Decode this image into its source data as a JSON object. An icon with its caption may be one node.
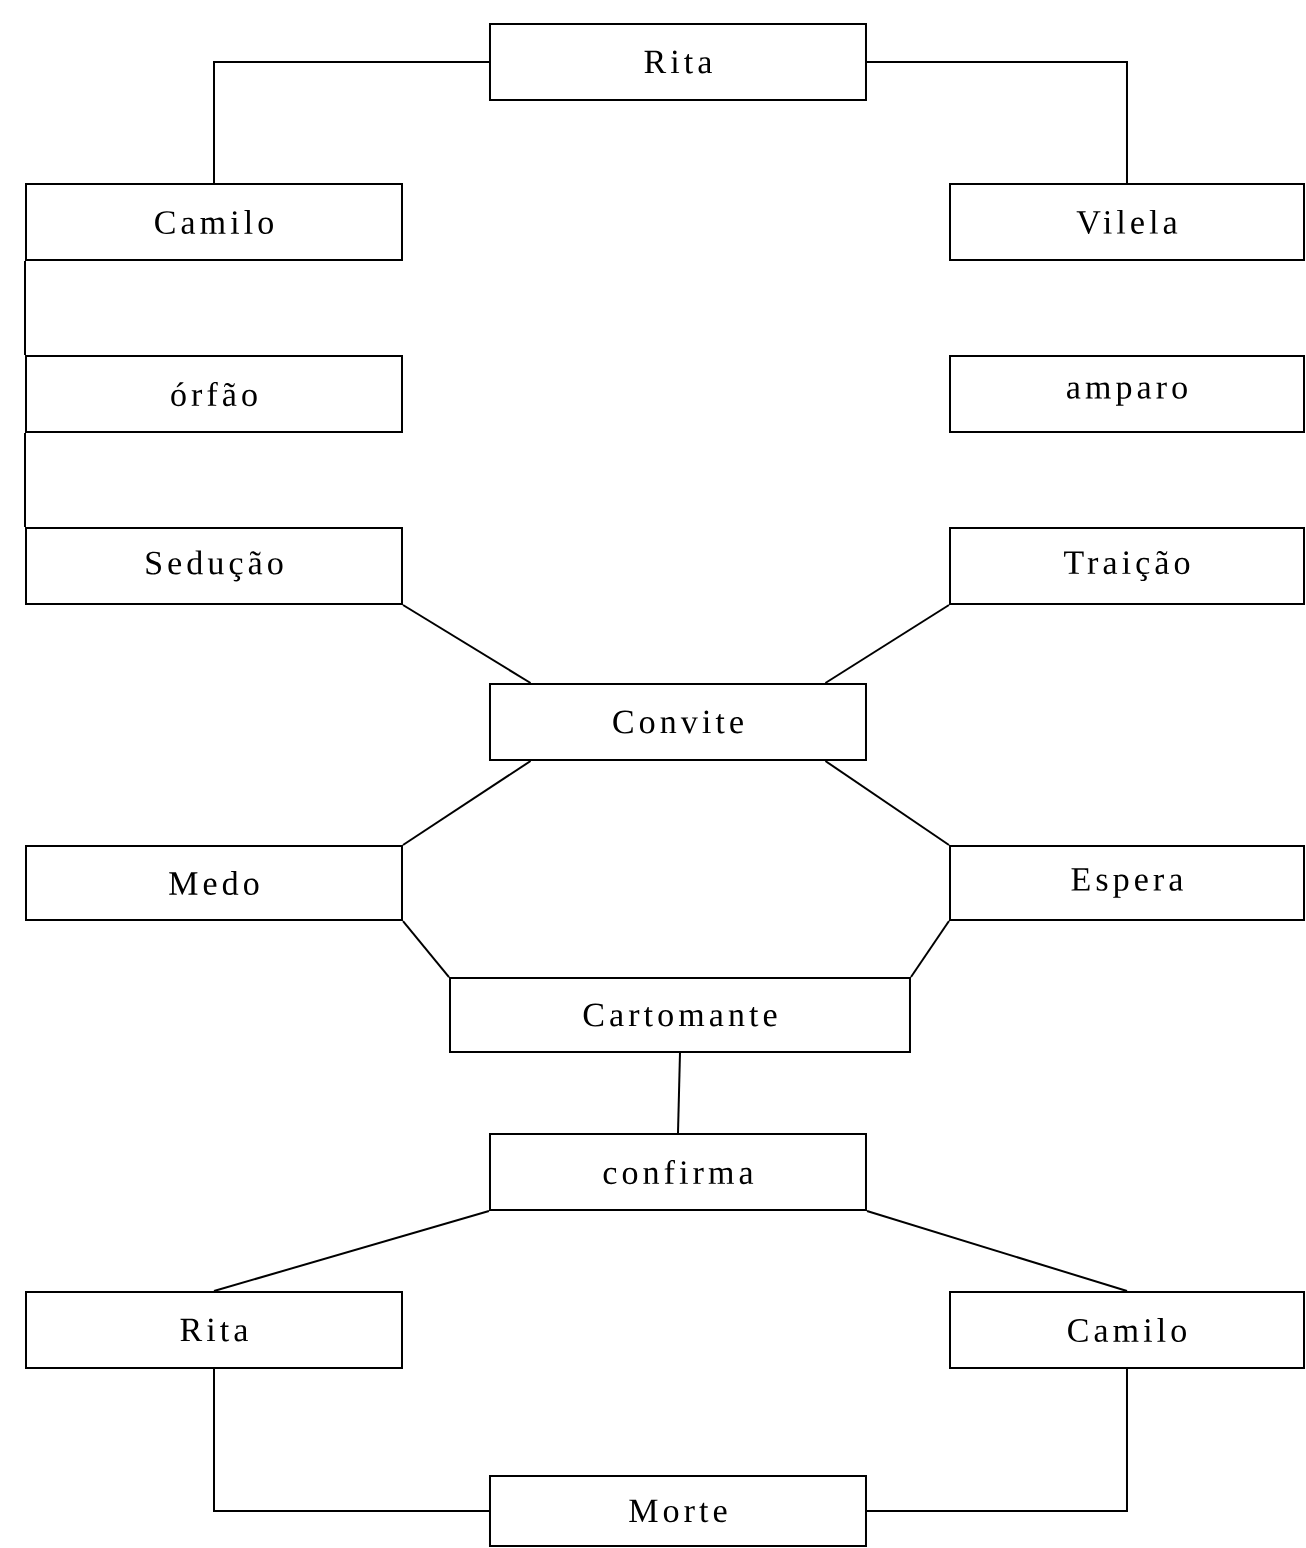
{
  "diagram": {
    "nodes": [
      {
        "text": [
          "Rita"
        ]
      },
      {
        "text": [
          "Camilo"
        ]
      },
      {
        "text": [
          "Vilela"
        ]
      },
      {
        "text": [
          "órfão"
        ]
      },
      {
        "text": [
          "amparo"
        ]
      },
      {
        "text": [
          "Sedução"
        ]
      },
      {
        "text": [
          "Traição"
        ]
      },
      {
        "text": [
          "Convite"
        ]
      },
      {
        "text": [
          "Medo"
        ]
      },
      {
        "text": [
          "Espera"
        ]
      },
      {
        "text": [
          "Cartomante"
        ]
      },
      {
        "text": [
          "confirma"
        ]
      },
      {
        "text": [
          "Rita"
        ]
      },
      {
        "text": [
          "Camilo"
        ]
      },
      {
        "text": [
          "Morte"
        ]
      }
    ],
    "edges": [
      {
        "from": 0,
        "to": 1,
        "arrow": "none"
      },
      {
        "from": 0,
        "to": 2,
        "arrow": "none"
      },
      {
        "from": 1,
        "to": 3,
        "arrow": "none"
      },
      {
        "from": 3,
        "to": 5,
        "arrow": "none"
      },
      {
        "from": 5,
        "to": 7,
        "arrow": "none"
      },
      {
        "from": 6,
        "to": 7,
        "arrow": "none"
      },
      {
        "from": 7,
        "to": 8,
        "arrow": "none"
      },
      {
        "from": 7,
        "to": 9,
        "arrow": "none"
      },
      {
        "from": 8,
        "to": 10,
        "arrow": "none"
      },
      {
        "from": 9,
        "to": 10,
        "arrow": "none"
      },
      {
        "from": 10,
        "to": 11,
        "arrow": "none"
      },
      {
        "from": 11,
        "to": 12,
        "arrow": "none"
      },
      {
        "from": 11,
        "to": 13,
        "arrow": "none"
      },
      {
        "from": 12,
        "to": 14,
        "arrow": "none"
      },
      {
        "from": 13,
        "to": 14,
        "arrow": "none"
      }
    ]
  }
}
